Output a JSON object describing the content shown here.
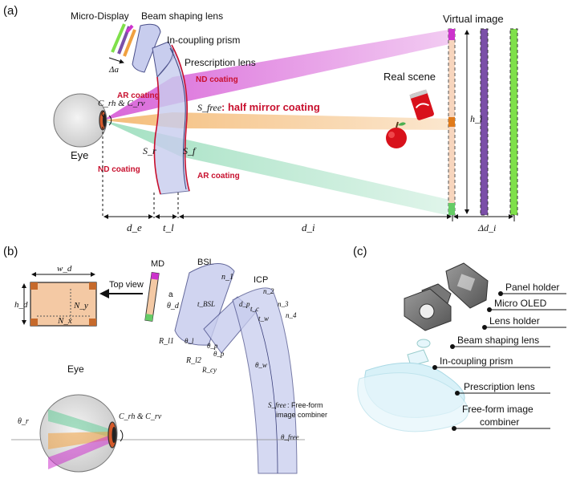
{
  "panel_a": {
    "label": "(a)",
    "micro_display": "Micro-Display",
    "beam_shaping_lens": "Beam shaping lens",
    "in_coupling_prism": "In-coupling prism",
    "prescription_lens": "Prescription lens",
    "virtual_image": "Virtual image",
    "real_scene": "Real scene",
    "eye": "Eye",
    "ar_coating_top": "AR coating",
    "nd_coating_top": "ND coating",
    "half_mirror": ": half mirror coating",
    "nd_coating_bottom": "ND coating",
    "ar_coating_bottom": "AR coating",
    "delta_a": "Δa",
    "c_rh_c_rv": "C_rh & C_rv",
    "s_free": "S_free",
    "s_r": "S_r",
    "s_f": "S_f",
    "h_i": "h_i",
    "d_e": "d_e",
    "t_l": "t_l",
    "d_i": "d_i",
    "delta_d_i": "Δd_i"
  },
  "panel_b": {
    "label": "(b)",
    "w_d": "w_d",
    "h_d": "h_d",
    "n_y": "N_y",
    "n_x": "N_x",
    "top_view": "Top view",
    "md": "MD",
    "bsl": "BSL",
    "icp": "ICP",
    "a": "a",
    "t_bsl": "t_BSL",
    "d_p": "d_p",
    "theta_d": "θ_d",
    "r_l1": "R_l1",
    "r_l2": "R_l2",
    "r_cy": "R_cy",
    "theta_l": "θ_l",
    "theta_p1": "θ_p",
    "theta_p2": "θ_p",
    "t_c": "t_c",
    "t_w": "t_w",
    "n_1": "n_1",
    "n_2": "n_2",
    "n_3": "n_3",
    "n_4": "n_4",
    "theta_w": "θ_w",
    "eye": "Eye",
    "theta_r": "θ_r",
    "c_rh_c_rv": "C_rh & C_rv",
    "s_free": "S_free",
    "combiner_line1": ": Free-form",
    "combiner_line2": "image combiner",
    "theta_free": "θ_free"
  },
  "panel_c": {
    "label": "(c)",
    "panel_holder": "Panel holder",
    "micro_oled": "Micro OLED",
    "lens_holder": "Lens holder",
    "beam_shaping_lens": "Beam shaping lens",
    "in_coupling_prism": "In-coupling prism",
    "prescription_lens": "Prescription lens",
    "combiner_line1": "Free-form image",
    "combiner_line2": "combiner"
  },
  "colors": {
    "magenta": "#cc33cc",
    "orange": "#f0a040",
    "green": "#66cc66",
    "purple": "#7b4fa8",
    "lime": "#7fe04a",
    "lens_blue": "#c8cdee",
    "coating_red": "#c8102e"
  }
}
